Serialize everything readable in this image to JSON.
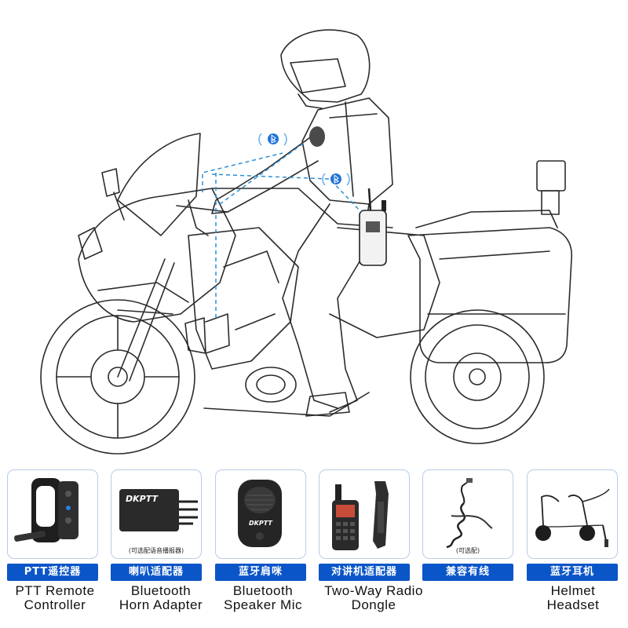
{
  "products": [
    {
      "label_zh": "PTT遥控器",
      "label_en_1": "PTT Remote",
      "label_en_2": "Controller",
      "icon": "ptt-remote-icon",
      "note": ""
    },
    {
      "label_zh": "喇叭适配器",
      "label_en_1": "Bluetooth",
      "label_en_2": "Horn Adapter",
      "icon": "horn-adapter-icon",
      "note": "(可选配语音播报器)",
      "brand": "DKPTT"
    },
    {
      "label_zh": "蓝牙肩咪",
      "label_en_1": "Bluetooth",
      "label_en_2": "Speaker Mic",
      "icon": "speaker-mic-icon",
      "note": "",
      "brand": "DKPTT"
    },
    {
      "label_zh": "对讲机适配器",
      "label_en_1": "Two-Way Radio",
      "label_en_2": "Dongle",
      "icon": "radio-dongle-icon",
      "note": ""
    },
    {
      "label_zh": "兼容有线",
      "label_en_1": "",
      "label_en_2": "",
      "icon": "wired-cable-icon",
      "note": "(可选配)"
    },
    {
      "label_zh": "蓝牙耳机",
      "label_en_1": "Helmet",
      "label_en_2": "Headset",
      "icon": "helmet-headset-icon",
      "note": ""
    }
  ],
  "colors": {
    "accent": "#0a55c8",
    "link_line": "#2a8fd4",
    "card_border": "#b9cde6"
  }
}
